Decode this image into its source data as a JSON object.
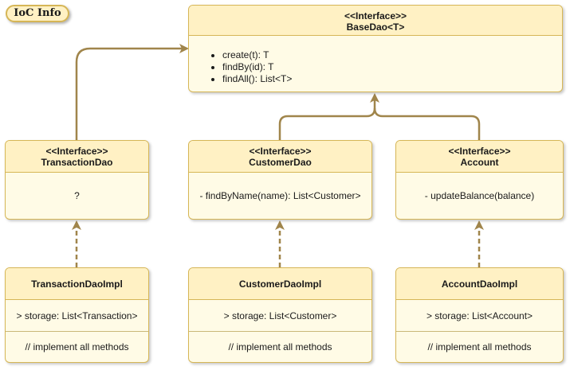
{
  "info_badge": {
    "label": "IoC Info"
  },
  "colors": {
    "box_fill": "#fffbe6",
    "header_fill": "#fff1c4",
    "border": "#d6b656",
    "connector": "#a0854b"
  },
  "nodes": {
    "base_dao": {
      "stereotype": "<<Interface>>",
      "name": "BaseDao<T>",
      "methods": [
        "create(t): T",
        "findBy(id): T",
        "findAll(): List<T>"
      ]
    },
    "transaction_dao": {
      "stereotype": "<<Interface>>",
      "name": "TransactionDao",
      "body": "?"
    },
    "customer_dao": {
      "stereotype": "<<Interface>>",
      "name": "CustomerDao",
      "body": "- findByName(name): List<Customer>"
    },
    "account": {
      "stereotype": "<<Interface>>",
      "name": "Account",
      "body": "- updateBalance(balance)"
    },
    "transaction_dao_impl": {
      "name": "TransactionDaoImpl",
      "fields": "> storage: List<Transaction>",
      "note": "// implement all methods"
    },
    "customer_dao_impl": {
      "name": "CustomerDaoImpl",
      "fields": "> storage: List<Customer>",
      "note": "// implement all methods"
    },
    "account_dao_impl": {
      "name": "AccountDaoImpl",
      "fields": "> storage: List<Account>",
      "note": "// implement all methods"
    }
  },
  "edges": [
    {
      "from": "transaction_dao",
      "to": "base_dao",
      "style": "solid",
      "arrow": "open"
    },
    {
      "from": "customer_dao",
      "to": "base_dao",
      "style": "solid",
      "arrow": "open"
    },
    {
      "from": "account",
      "to": "base_dao",
      "style": "solid",
      "arrow": "open"
    },
    {
      "from": "transaction_dao_impl",
      "to": "transaction_dao",
      "style": "dashed",
      "arrow": "open"
    },
    {
      "from": "customer_dao_impl",
      "to": "customer_dao",
      "style": "dashed",
      "arrow": "open"
    },
    {
      "from": "account_dao_impl",
      "to": "account",
      "style": "dashed",
      "arrow": "open"
    }
  ]
}
